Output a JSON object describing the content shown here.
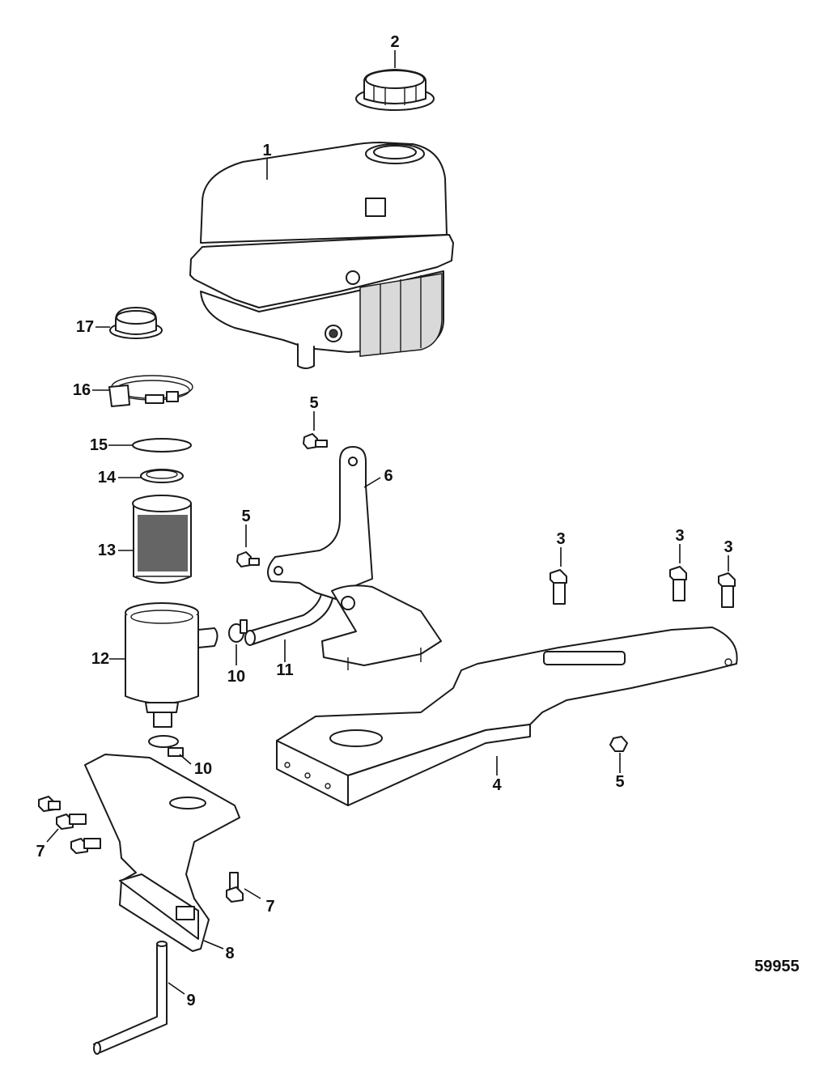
{
  "callouts": {
    "c1": "1",
    "c2": "2",
    "c3a": "3",
    "c3b": "3",
    "c3c": "3",
    "c4": "4",
    "c5a": "5",
    "c5b": "5",
    "c5c": "5",
    "c6": "6",
    "c7a": "7",
    "c7b": "7",
    "c8": "8",
    "c9": "9",
    "c10a": "10",
    "c10b": "10",
    "c11": "11",
    "c12": "12",
    "c13": "13",
    "c14": "14",
    "c15": "15",
    "c16": "16",
    "c17": "17"
  },
  "figure_number": "59955"
}
